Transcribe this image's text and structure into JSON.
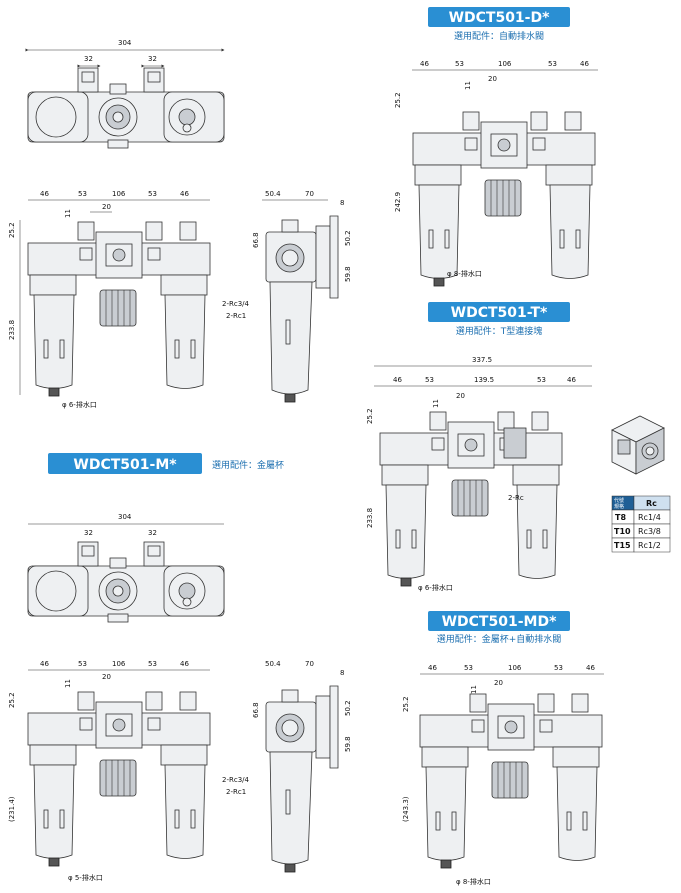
{
  "s1": {
    "top_width": "304",
    "port_dim": "32",
    "d1": "46",
    "d2": "53",
    "d3": "106",
    "d20": "20",
    "d11": "11",
    "d252": "25.2",
    "height": "233.8",
    "drain": "φ 6-排水口",
    "side_a": "50.4",
    "side_b": "70",
    "side_c": "8",
    "side_h": "66.8",
    "side_p1": "50.2",
    "side_p2": "59.8",
    "port1": "2-Rc3/4",
    "port2": "2-Rc1"
  },
  "sD": {
    "title": "WDCT501-D*",
    "caption": "選用配件：自動排水閥",
    "d1": "46",
    "d2": "53",
    "d3": "106",
    "d20": "20",
    "d11": "11",
    "d252": "25.2",
    "height": "242.9",
    "drain": "φ 8-排水口"
  },
  "sT": {
    "title": "WDCT501-T*",
    "caption": "選用配件：T型連接塊",
    "total": "337.5",
    "d1": "46",
    "d2": "53",
    "d3": "139.5",
    "d20": "20",
    "d11": "11",
    "d252": "25.2",
    "height": "233.8",
    "port": "2-Rc",
    "drain": "φ 6-排水口",
    "table": {
      "h1a": "代號",
      "h1b": "規格",
      "h2": "Rc",
      "rows": [
        {
          "code": "T8",
          "rc": "Rc1/4"
        },
        {
          "code": "T10",
          "rc": "Rc3/8"
        },
        {
          "code": "T15",
          "rc": "Rc1/2"
        }
      ]
    }
  },
  "sM": {
    "title": "WDCT501-M*",
    "caption": "選用配件：金屬杯",
    "top_width": "304",
    "port_dim": "32",
    "d1": "46",
    "d2": "53",
    "d3": "106",
    "d20": "20",
    "d11": "11",
    "d252": "25.2",
    "height": "(231.4)",
    "drain": "φ 5-排水口",
    "side_a": "50.4",
    "side_b": "70",
    "side_c": "8",
    "side_h": "66.8",
    "side_p1": "50.2",
    "side_p2": "59.8",
    "port1": "2-Rc3/4",
    "port2": "2-Rc1"
  },
  "sMD": {
    "title": "WDCT501-MD*",
    "caption": "選用配件：金屬杯+自動排水閥",
    "d1": "46",
    "d2": "53",
    "d3": "106",
    "d20": "20",
    "d11": "11",
    "d252": "25.2",
    "height": "(243.3)",
    "drain": "φ 8-排水口"
  },
  "colors": {
    "banner": "#2a8fd3",
    "caption": "#1c6fb0"
  }
}
